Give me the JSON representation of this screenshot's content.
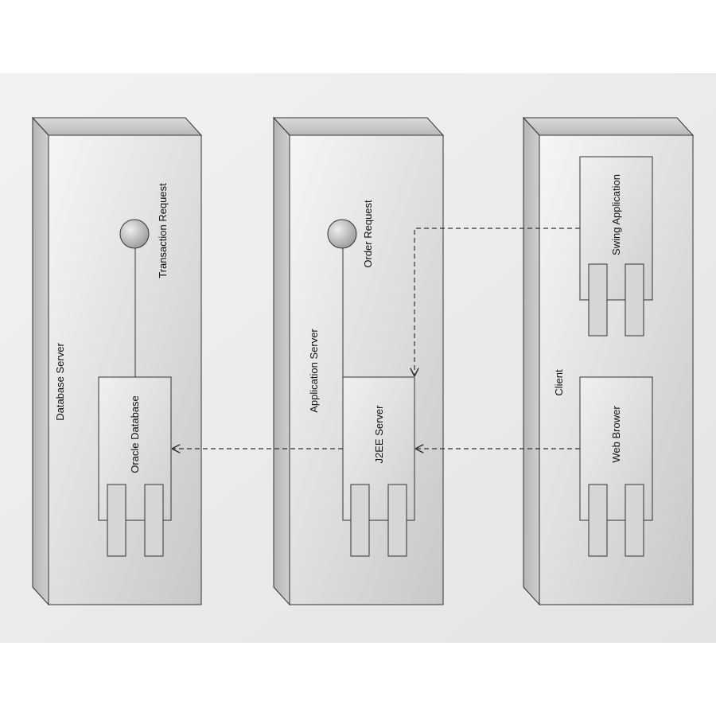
{
  "diagram": {
    "nodes": [
      {
        "id": "database-server",
        "label": "Database Server"
      },
      {
        "id": "application-server",
        "label": "Application Server"
      },
      {
        "id": "client",
        "label": "Client"
      }
    ],
    "components": [
      {
        "id": "oracle-database",
        "node": "database-server",
        "label": "Oracle Database"
      },
      {
        "id": "j2ee-server",
        "node": "application-server",
        "label": "J2EE Server"
      },
      {
        "id": "swing-application",
        "node": "client",
        "label": "Swing Application"
      },
      {
        "id": "web-browser",
        "node": "client",
        "label": "Web Brower"
      }
    ],
    "interfaces": [
      {
        "id": "transaction-request",
        "component": "oracle-database",
        "label": "Transaction Request"
      },
      {
        "id": "order-request",
        "component": "j2ee-server",
        "label": "Order Request"
      }
    ],
    "dependencies": [
      {
        "from": "swing-application",
        "to": "j2ee-server",
        "style": "dashed"
      },
      {
        "from": "web-browser",
        "to": "j2ee-server",
        "style": "dashed"
      },
      {
        "from": "j2ee-server",
        "to": "oracle-database",
        "style": "dashed"
      }
    ]
  },
  "colors": {
    "background": "#ececec",
    "node_fill_light": "#f4f4f4",
    "node_fill_dark": "#c4c4c4",
    "component_fill": "#dcdcdc",
    "interface_fill": "#c8c8c8",
    "stroke": "#333333"
  }
}
